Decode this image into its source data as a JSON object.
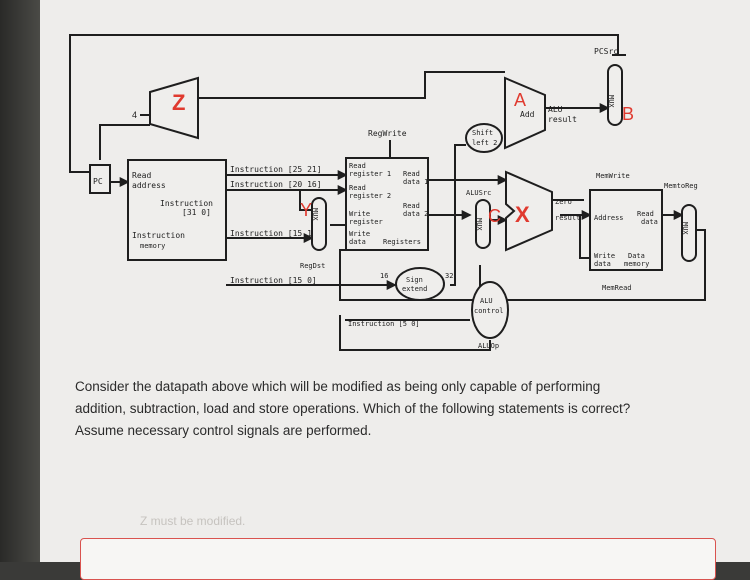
{
  "diagram": {
    "labels": {
      "pcsrc": "PCSrc",
      "z": "Z",
      "four": "4",
      "a": "A",
      "add_alu": "Add",
      "alu_result_top": "ALU",
      "result_top": "result",
      "b": "B",
      "mux": "MUX",
      "regwrite": "RegWrite",
      "shift_left": "Shift",
      "shift_left2": "left 2",
      "pc": "PC",
      "read_address": "Read",
      "read_address2": "address",
      "instruction": "Instruction",
      "instruction_bits": "[31 0]",
      "instruction_memory": "Instruction",
      "instruction_memory2": "memory",
      "instr_25_21": "Instruction [25 21]",
      "instr_20_16": "Instruction [20 16]",
      "instr_15_11": "Instruction [15 11]",
      "instr_15_0": "Instruction [15 0]",
      "y": "Y",
      "read_register1": "Read",
      "read_register1b": "register 1",
      "read_data1": "Read",
      "read_data1b": "data 1",
      "read_register2": "Read",
      "read_register2b": "register 2",
      "read_data2": "Read",
      "read_data2b": "data 2",
      "write_register": "Write",
      "write_register2": "register",
      "write_data": "Write",
      "write_data2": "data",
      "registers": "Registers",
      "regdst": "RegDst",
      "alusrc": "ALUSrc",
      "c": "C",
      "x": "X",
      "zero": "Zero",
      "alu_result": "result",
      "memwrite": "MemWrite",
      "memtoreg": "MemtoReg",
      "address": "Address",
      "read_data": "Read",
      "read_data_b": "data",
      "data_write": "Write",
      "data_write2": "data",
      "data_memory": "Data",
      "data_memory2": "memory",
      "memread": "MemRead",
      "sixteen": "16",
      "thirtytwo": "32",
      "sign_extend": "Sign",
      "sign_extend2": "extend",
      "alu_control": "ALU",
      "alu_control2": "control",
      "instr_5_0": "Instruction [5 0]",
      "aluop": "ALUOp"
    }
  },
  "question": {
    "line1": "Consider the datapath above which will be modified as being only capable of performing",
    "line2": "addition, subtraction, load and store operations. Which of the following statements is correct?",
    "line3": "Assume necessary control signals are performed."
  },
  "answer_hint": "Z must be modified.",
  "colors": {
    "accent_red": "#e03a2f",
    "line": "#1e1e1e",
    "paper": "#eeedeb"
  }
}
